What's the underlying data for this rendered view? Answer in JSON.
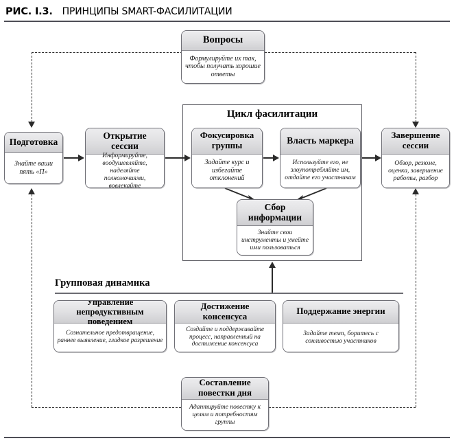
{
  "figure": {
    "number": "РИС. I.3.",
    "caption": "ПРИНЦИПЫ SMART-ФАСИЛИТАЦИИ"
  },
  "cycle": {
    "title": "Цикл фасилитации"
  },
  "group_dynamics": {
    "title": "Групповая динамика"
  },
  "nodes": {
    "questions": {
      "title": "Вопросы",
      "body": "Формулируйте их так, чтобы получать хорошие ответы"
    },
    "preparation": {
      "title": "Подготовка",
      "body": "Знайте ваши пять «П»"
    },
    "opening": {
      "title": "Открытие сессии",
      "body": "Информируйте, воодушевляйте, наделяйте полномочиями, вовлекайте"
    },
    "focus": {
      "title": "Фокусировка группы",
      "body": "Задайте курс и избегайте отклонений"
    },
    "marker": {
      "title": "Власть маркера",
      "body": "Используйте его, не злоупотребляйте им, отдайте его участникам"
    },
    "closing": {
      "title": "Завершение сессии",
      "body": "Обзор, резюме, оценка, завершение работы, разбор"
    },
    "collect": {
      "title": "Сбор информации",
      "body": "Знайте свои инструменты и умейте ими пользоваться"
    },
    "behavior": {
      "title": "Управление непродуктивным поведением",
      "body": "Сознательное предотвращение, раннее выявление, гладкое разрешение"
    },
    "consensus": {
      "title": "Достижение консенсуса",
      "body": "Создайте и поддерживайте процесс, направленный на достижение консенсуса"
    },
    "energy": {
      "title": "Поддержание энергии",
      "body": "Задайте темп, боритесь с сонливостью участников"
    },
    "agenda": {
      "title": "Составление повестки дня",
      "body": "Адаптируйте повестку к целям и потребностям группы"
    }
  },
  "colors": {
    "rule": "#4e4e56",
    "box_border": "#6f6f76",
    "header_gradient_top": "#ededef",
    "header_gradient_bottom": "#cfcfd2",
    "connector": "#2a2a2a"
  }
}
